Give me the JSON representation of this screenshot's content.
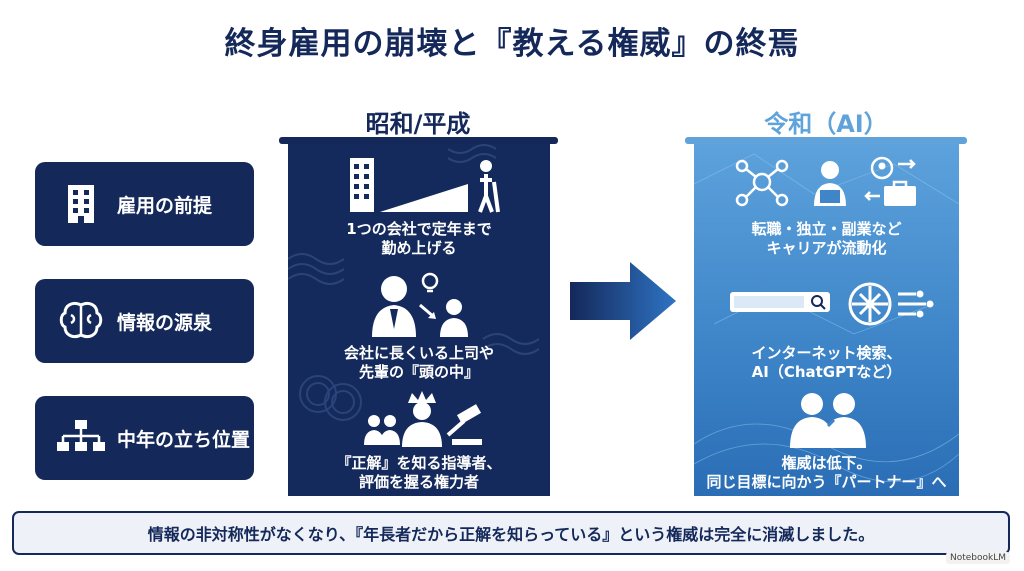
{
  "title": "終身雇用の崩壊と『教える権威』の終焉",
  "side_items": [
    {
      "label": "雇用の前提",
      "icon": "building-icon"
    },
    {
      "label": "情報の源泉",
      "icon": "brain-icon"
    },
    {
      "label": "中年の立ち位置",
      "icon": "org-chart-icon"
    }
  ],
  "left_column": {
    "heading": "昭和/平成",
    "items": [
      {
        "text": "1つの会社で定年まで\n勤め上げる",
        "icon": "career-ladder-icon"
      },
      {
        "text": "会社に長くいる上司や\n先輩の『頭の中』",
        "icon": "mentor-icon"
      },
      {
        "text": "『正解』を知る指導者、\n評価を握る権力者",
        "icon": "king-gavel-icon"
      }
    ]
  },
  "right_column": {
    "heading": "令和（AI）",
    "items": [
      {
        "text": "転職・独立・副業など\nキャリアが流動化",
        "icon": "network-icon"
      },
      {
        "text": "インターネット検索、\nAI（ChatGPTなど）",
        "icon": "search-ai-icon"
      },
      {
        "text": "権威は低下。\n同じ目標に向かう『パートナー』へ",
        "icon": "partners-icon"
      }
    ]
  },
  "bottom_message": "情報の非対称性がなくなり、『年長者だから正解を知らっている』という権威は完全に消滅しました。",
  "badge": "NotebookLM",
  "colors": {
    "navy": "#14285a",
    "light_blue": "#5fa3da"
  }
}
